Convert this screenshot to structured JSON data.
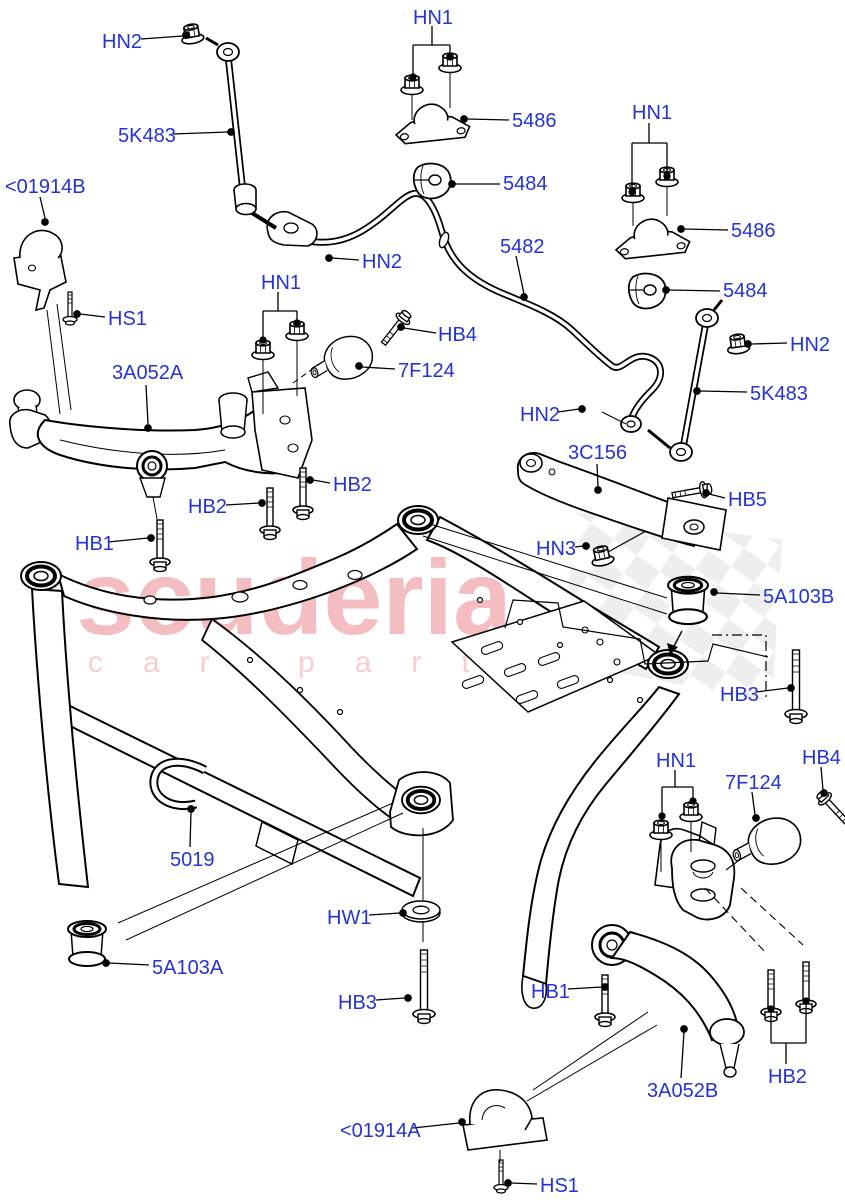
{
  "theme": {
    "label_color": "#2433d6",
    "watermark_color": "#f3bdc2",
    "watermark_color_light": "#f6cdd1",
    "flag_color": "#dcdcdf",
    "line_color": "#000000",
    "background": "#ffffff"
  },
  "watermark": {
    "text": "scuderia",
    "subtext": "car parts"
  },
  "labels": [
    {
      "id": "hn2-top-left",
      "text": "HN2"
    },
    {
      "id": "hn1-top-center",
      "text": "HN1"
    },
    {
      "id": "5486-left",
      "text": "5486"
    },
    {
      "id": "hn1-top-right",
      "text": "HN1"
    },
    {
      "id": "5484-left",
      "text": "5484"
    },
    {
      "id": "5482",
      "text": "5482"
    },
    {
      "id": "5486-right",
      "text": "5486"
    },
    {
      "id": "5484-right",
      "text": "5484"
    },
    {
      "id": "01914b",
      "text": "<01914B"
    },
    {
      "id": "hn2-bar-left",
      "text": "HN2"
    },
    {
      "id": "hn1-left-arm",
      "text": "HN1"
    },
    {
      "id": "hs1-left",
      "text": "HS1"
    },
    {
      "id": "hb4-left",
      "text": "HB4"
    },
    {
      "id": "7f124-left",
      "text": "7F124"
    },
    {
      "id": "hn2-right-link",
      "text": "HN2"
    },
    {
      "id": "5k483-left",
      "text": "5K483"
    },
    {
      "id": "5k483-right",
      "text": "5K483"
    },
    {
      "id": "3a052a",
      "text": "3A052A"
    },
    {
      "id": "hn2-bar-right",
      "text": "HN2"
    },
    {
      "id": "3c156",
      "text": "3C156"
    },
    {
      "id": "hb5",
      "text": "HB5"
    },
    {
      "id": "hb2-left-a",
      "text": "HB2"
    },
    {
      "id": "hb2-left-b",
      "text": "HB2"
    },
    {
      "id": "hb1-left",
      "text": "HB1"
    },
    {
      "id": "hn3",
      "text": "HN3"
    },
    {
      "id": "5a103b",
      "text": "5A103B"
    },
    {
      "id": "hb3-right",
      "text": "HB3"
    },
    {
      "id": "hn1-right-arm",
      "text": "HN1"
    },
    {
      "id": "7f124-right",
      "text": "7F124"
    },
    {
      "id": "hb4-right",
      "text": "HB4"
    },
    {
      "id": "5019",
      "text": "5019"
    },
    {
      "id": "hw1",
      "text": "HW1"
    },
    {
      "id": "5a103a",
      "text": "5A103A"
    },
    {
      "id": "hb3-center",
      "text": "HB3"
    },
    {
      "id": "hb1-right",
      "text": "HB1"
    },
    {
      "id": "3a052b",
      "text": "3A052B"
    },
    {
      "id": "hb2-right",
      "text": "HB2"
    },
    {
      "id": "01914a",
      "text": "<01914A"
    },
    {
      "id": "hs1-right",
      "text": "HS1"
    }
  ]
}
